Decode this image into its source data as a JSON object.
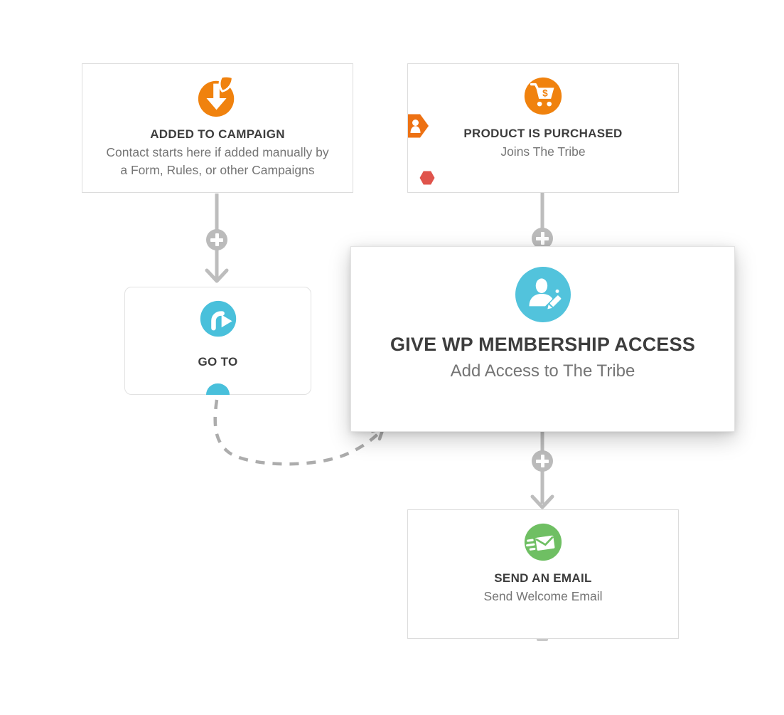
{
  "flow": {
    "nodes": {
      "added_to_campaign": {
        "title": "ADDED TO CAMPAIGN",
        "subtitle": "Contact starts here if added manually by a Form, Rules, or other Campaigns",
        "icon": "added-to-campaign-icon",
        "accent": "#F0820E"
      },
      "product_purchased": {
        "title": "PRODUCT IS PURCHASED",
        "subtitle": "Joins The Tribe",
        "icon": "cart-purchase-icon",
        "accent": "#F0820E",
        "badges": [
          {
            "icon": "contact-tag-icon",
            "color": "#ED7113"
          },
          {
            "icon": "stop-hexagon-icon",
            "color": "#E0544C"
          }
        ]
      },
      "go_to": {
        "title": "GO TO",
        "icon": "goto-arrow-icon",
        "accent": "#49C0DB"
      },
      "give_membership": {
        "title": "GIVE WP MEMBERSHIP ACCESS",
        "subtitle": "Add Access to The Tribe",
        "icon": "user-edit-icon",
        "accent": "#52C3DC"
      },
      "send_email": {
        "title": "SEND AN EMAIL",
        "subtitle": "Send Welcome Email",
        "icon": "send-email-icon",
        "accent": "#6FBF63"
      }
    },
    "connectors": {
      "add_step_icon": "plus-icon",
      "line_color": "#BDBDBD",
      "dashed_color": "#ACACAC"
    },
    "text_colors": {
      "title": "#3D3D3D",
      "subtitle": "#757575"
    }
  }
}
